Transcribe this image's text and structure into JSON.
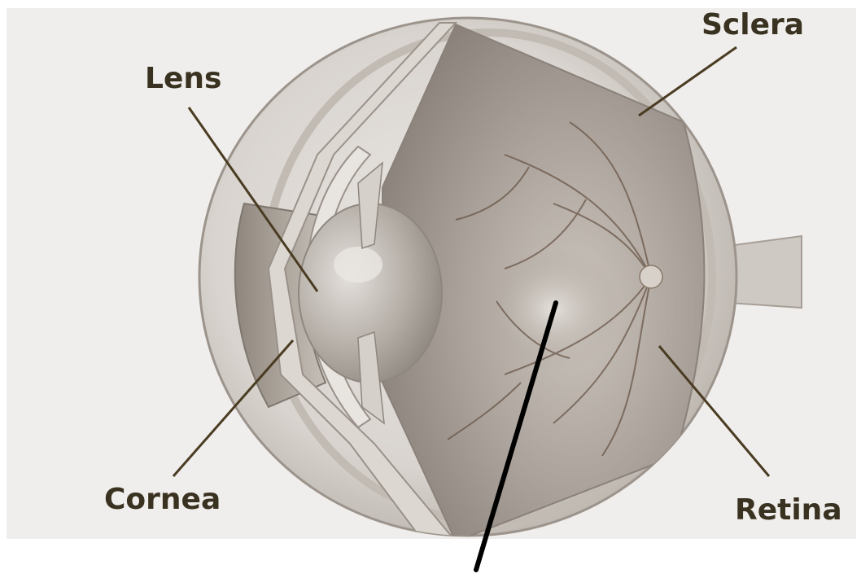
{
  "labels": {
    "lens": "Lens",
    "sclera": "Sclera",
    "cornea": "Cornea",
    "retina": "Retina"
  },
  "colors": {
    "background": "#f0eeec",
    "label_text": "#3a3220",
    "leader_line": "#4a3c22",
    "pointer_line": "#000000"
  }
}
